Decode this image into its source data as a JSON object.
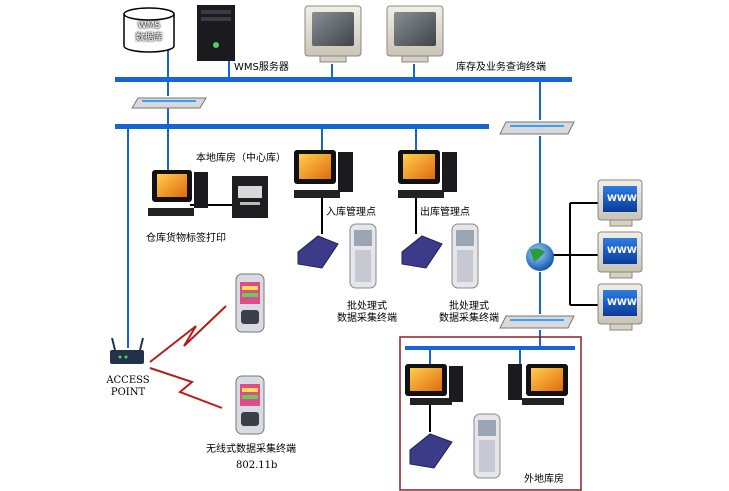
{
  "labels": {
    "wms_db": "WMS\n数据库",
    "wms_server": "WMS服务器",
    "inventory_terminal": "库存及业务查询终端",
    "local_warehouse": "本地库房（中心库）",
    "inbound_point": "入库管理点",
    "outbound_point": "出库管理点",
    "label_print": "仓库货物标签打印",
    "batch_terminal_1": "批处理式\n数据采集终端",
    "batch_terminal_2": "批处理式\n数据采集终端",
    "access_point": "ACCESS\nPOINT",
    "wireless_terminal": "无线式数据采集终端",
    "wireless_std": "802.11b",
    "remote_warehouse": "外地库房",
    "www_1": "WWW",
    "www_2": "WWW",
    "www_3": "WWW"
  },
  "colors": {
    "network_line": "#1565d8",
    "remote_box_border": "#8b2020",
    "device_cable": "#000000"
  }
}
